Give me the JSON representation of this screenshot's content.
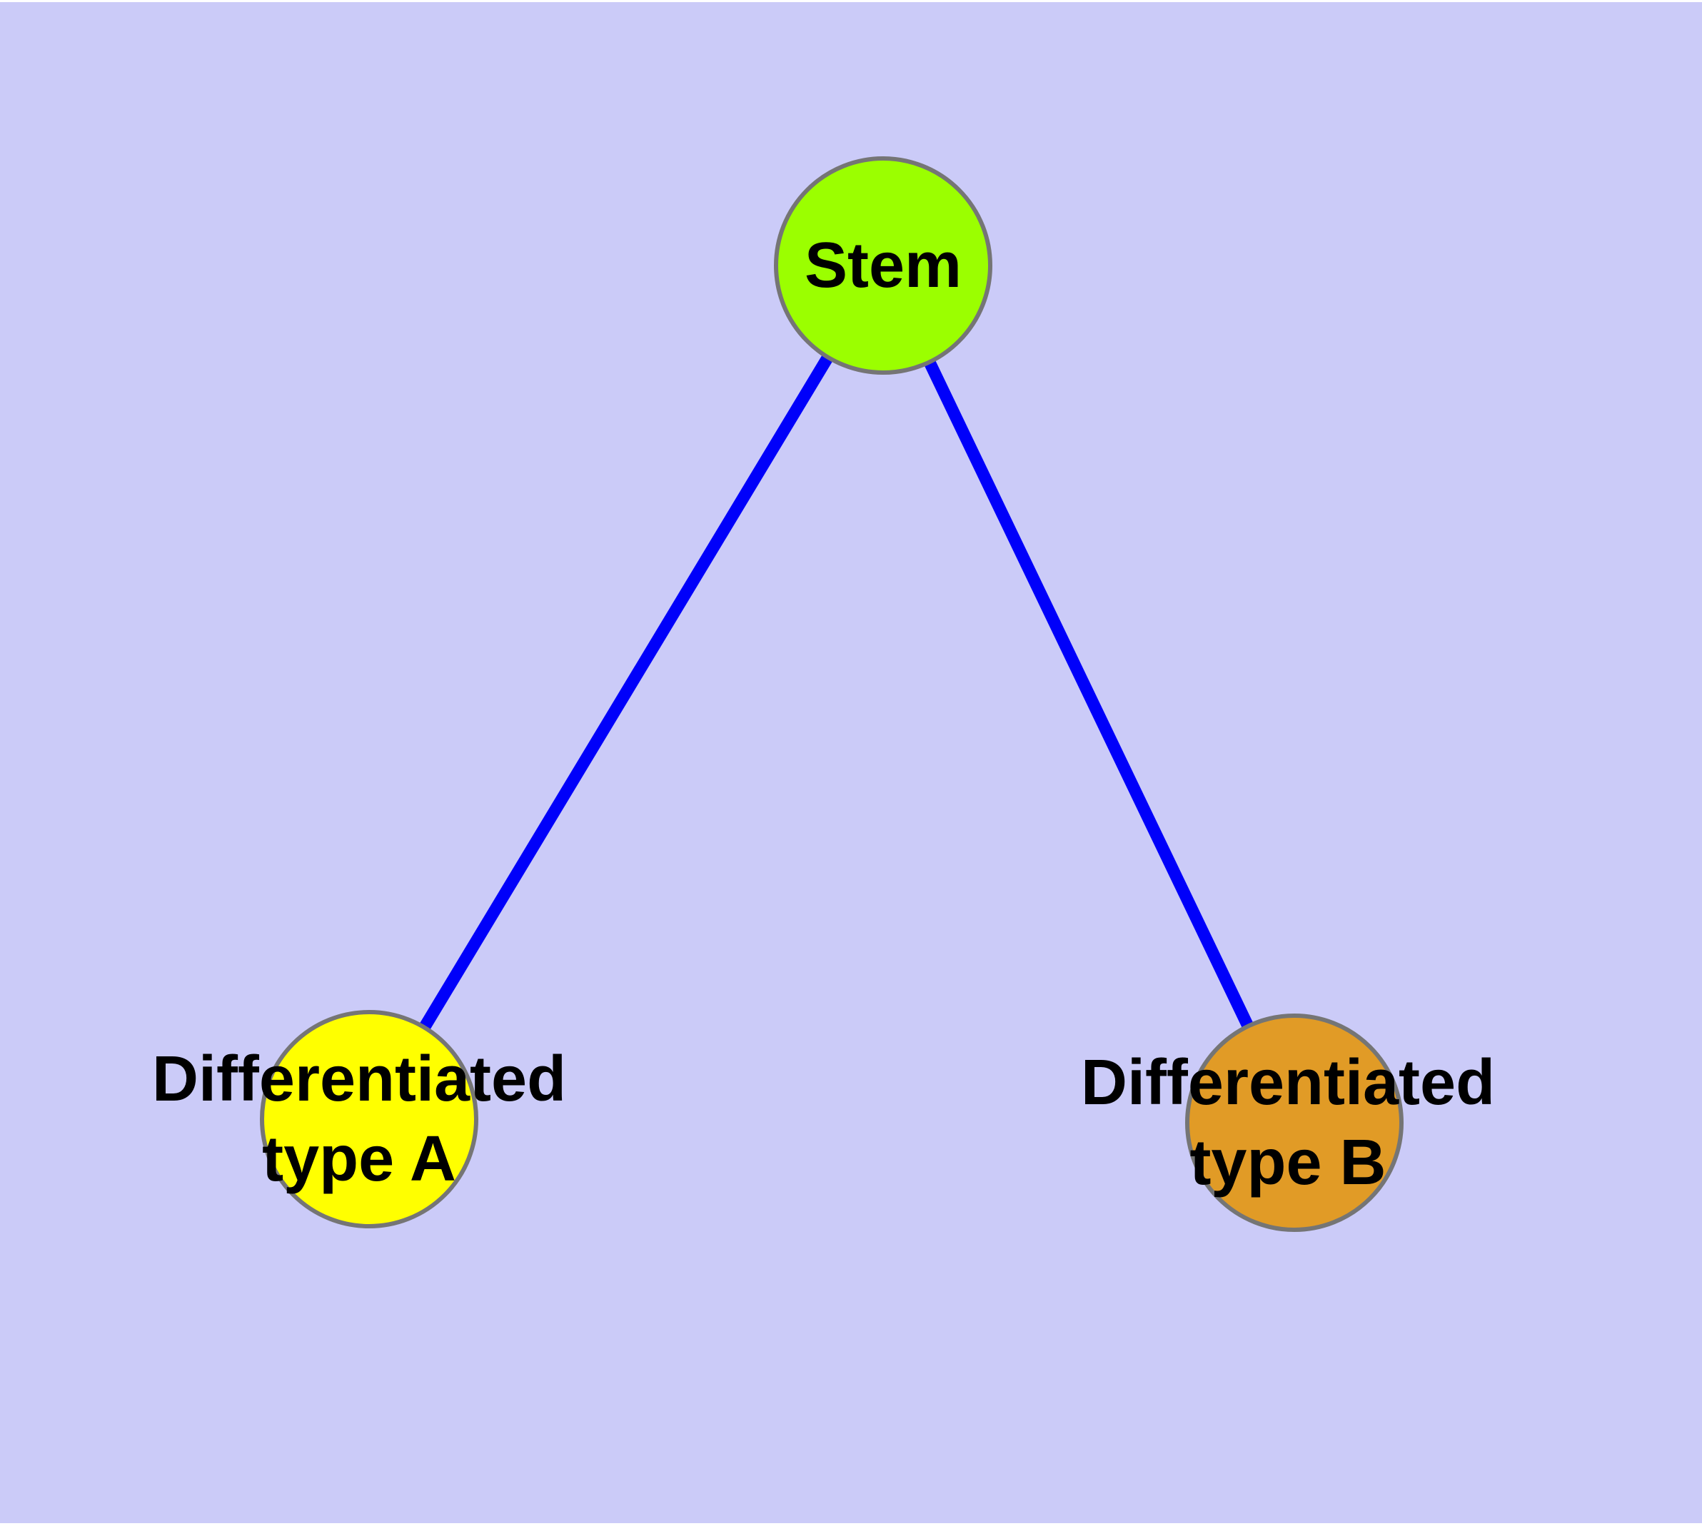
{
  "colors": {
    "page_margin": "#FFFFFF",
    "background": "#CBCBF8",
    "node_border": "#757575",
    "edge": "#0000FA",
    "label_text": "#000000"
  },
  "nodes": {
    "stem": {
      "label": "Stem",
      "fill": "#9BFF00",
      "border": "#757575"
    },
    "type_a": {
      "label_line1": "Differentiated",
      "label_line2": "type A",
      "fill": "#FFFF00",
      "border": "#757575"
    },
    "type_b": {
      "label_line1": "Differentiated",
      "label_line2": "type B",
      "fill": "#E19B26",
      "border": "#757575"
    }
  },
  "edges": {
    "color": "#0000FA",
    "items": [
      {
        "from": "Stem",
        "to": "Differentiated type A"
      },
      {
        "from": "Stem",
        "to": "Differentiated type B"
      }
    ]
  }
}
